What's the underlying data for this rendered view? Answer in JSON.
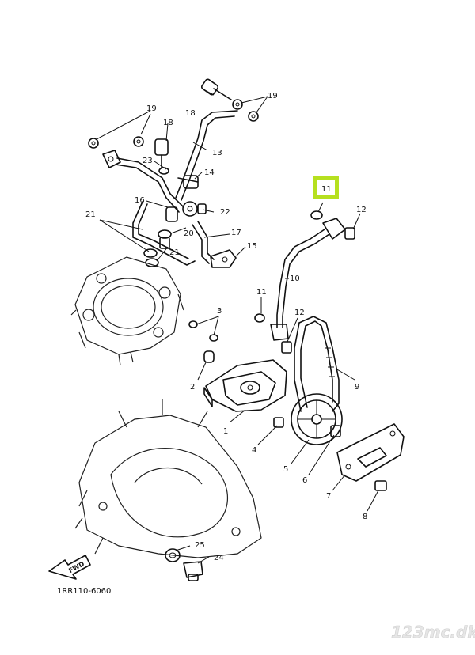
{
  "labels": {
    "p1": "1",
    "p2": "2",
    "p3": "3",
    "p4": "4",
    "p5": "5",
    "p6": "6",
    "p7": "7",
    "p8": "8",
    "p9": "9",
    "p10": "10",
    "p11_highlight": "11",
    "p11": "11",
    "p12_top": "12",
    "p12_mid": "12",
    "p13": "13",
    "p14": "14",
    "p15": "15",
    "p16": "16",
    "p17": "17",
    "p18_top": "18",
    "p18_left": "18",
    "p19_left": "19",
    "p19_right": "19",
    "p20": "20",
    "p21_left": "21",
    "p21_mid": "21",
    "p22": "22",
    "p23": "23",
    "p24": "24",
    "p25": "25"
  },
  "fwd_label": "FWD",
  "diagram_code": "1RR110-6060",
  "watermark": "123mc.dk",
  "colors": {
    "highlight": "#b6e020",
    "ink": "#111111",
    "watermark": "#e6e6e6"
  }
}
